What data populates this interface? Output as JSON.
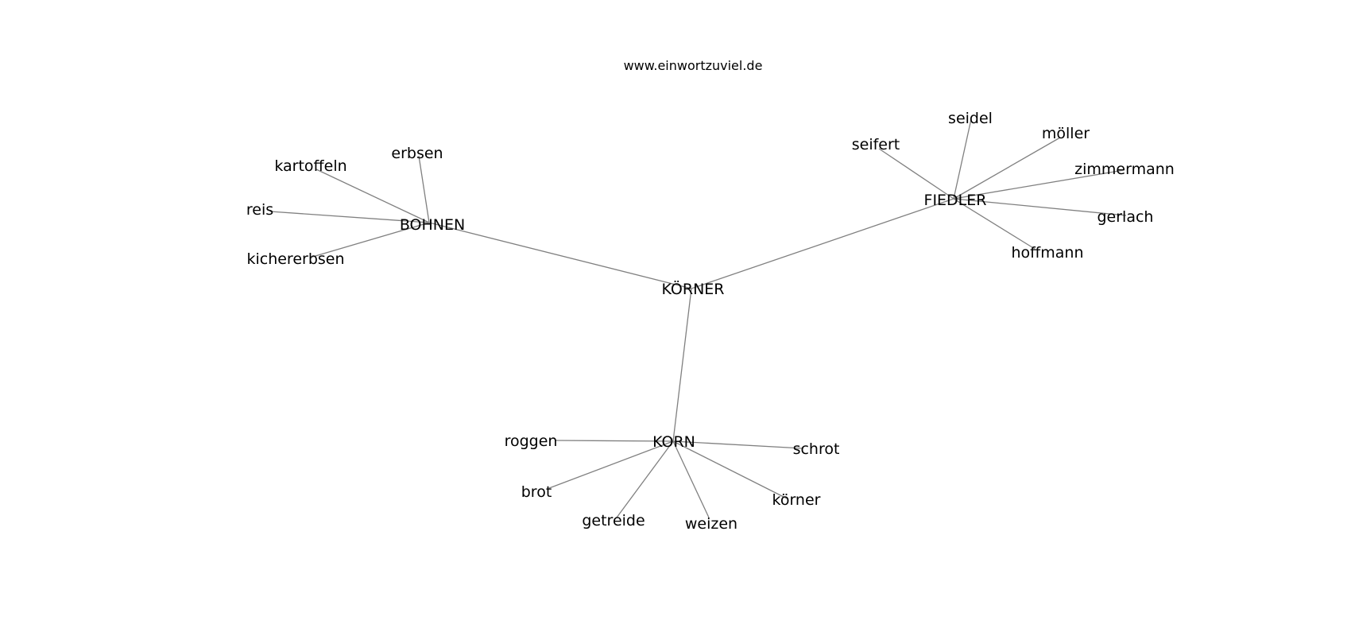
{
  "title": "www.einwortzuviel.de",
  "edge_color": "#808080",
  "text_color": "#000000",
  "center": {
    "id": "koerner_center",
    "label": "KÖRNER"
  },
  "clusters": [
    {
      "id": "bohnen",
      "label": "BOHNEN",
      "leaves": [
        {
          "id": "erbsen",
          "label": "erbsen"
        },
        {
          "id": "kartoffeln",
          "label": "kartoffeln"
        },
        {
          "id": "reis",
          "label": "reis"
        },
        {
          "id": "kichererbsen",
          "label": "kichererbsen"
        }
      ]
    },
    {
      "id": "fiedler",
      "label": "FIEDLER",
      "leaves": [
        {
          "id": "seidel",
          "label": "seidel"
        },
        {
          "id": "seifert",
          "label": "seifert"
        },
        {
          "id": "moeller",
          "label": "möller"
        },
        {
          "id": "zimmermann",
          "label": "zimmermann"
        },
        {
          "id": "gerlach",
          "label": "gerlach"
        },
        {
          "id": "hoffmann",
          "label": "hoffmann"
        }
      ]
    },
    {
      "id": "korn",
      "label": "KORN",
      "leaves": [
        {
          "id": "roggen",
          "label": "roggen"
        },
        {
          "id": "schrot",
          "label": "schrot"
        },
        {
          "id": "brot",
          "label": "brot"
        },
        {
          "id": "koerner_leaf",
          "label": "körner"
        },
        {
          "id": "getreide",
          "label": "getreide"
        },
        {
          "id": "weizen",
          "label": "weizen"
        }
      ]
    }
  ]
}
